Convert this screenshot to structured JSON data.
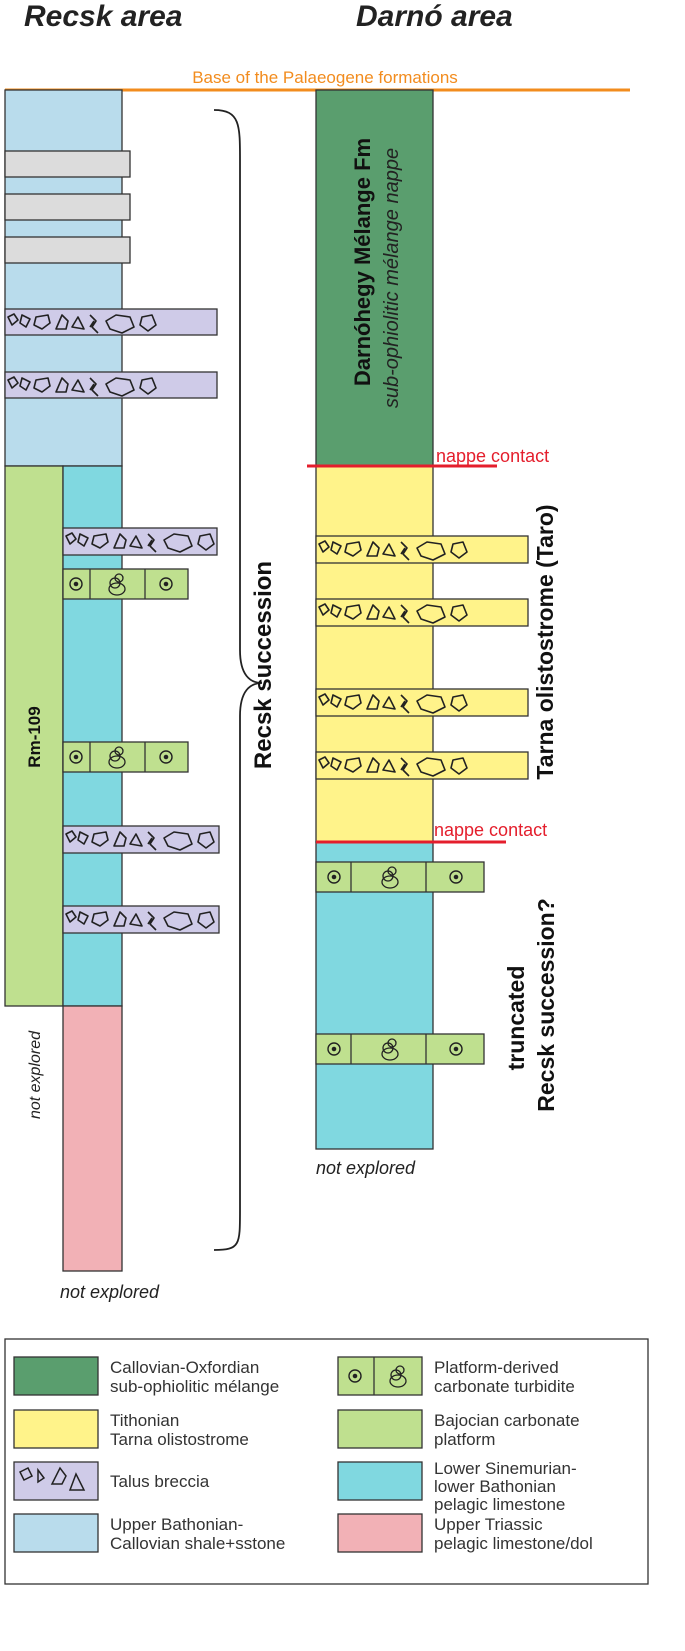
{
  "titles": {
    "left": "Recsk area",
    "right": "Darnó area"
  },
  "base_line_label": "Base of the Palaeogene formations",
  "left_column": {
    "borehole_label": "Rm-109",
    "not_explored_side": "not explored",
    "not_explored_bottom": "not explored"
  },
  "brace_label": "Recsk succession",
  "right_column": {
    "melange_name": "Darnóhegy Mélange Fm",
    "melange_subtitle": "sub-ophiolitic mélange nappe",
    "contact_upper": "nappe contact",
    "contact_lower": "nappe contact",
    "olistostrome_label": "Tarna olistostrome (Taro)",
    "truncated_line1": "truncated",
    "truncated_line2": "Recsk succession?",
    "not_explored": "not explored"
  },
  "legend": [
    {
      "key": "melange",
      "line1": "Callovian-Oxfordian",
      "line2": "sub-ophiolitic mélange",
      "color": "#5a9e6e"
    },
    {
      "key": "turbidite",
      "line1": "Platform-derived",
      "line2": "carbonate turbidite",
      "color": "#bfe08f"
    },
    {
      "key": "olistostrome",
      "line1": "Tithonian",
      "line2": "Tarna olistostrome",
      "color": "#fff38a"
    },
    {
      "key": "platform",
      "line1": "Bajocian carbonate",
      "line2": "platform",
      "color": "#bfe08f"
    },
    {
      "key": "breccia",
      "line1": "Talus breccia",
      "line2": "",
      "color": "#cfcbe8"
    },
    {
      "key": "pelagic",
      "line1": "Lower Sinemurian-",
      "line2": "lower Bathonian",
      "line3": "pelagic limestone",
      "color": "#80d8e0"
    },
    {
      "key": "shale",
      "line1": "Upper Bathonian-",
      "line2": "Callovian shale+sstone",
      "color": "#b9dcec"
    },
    {
      "key": "triassic",
      "line1": "Upper Triassic",
      "line2": "pelagic limestone/dol",
      "color": "#f2b1b6"
    }
  ],
  "colors": {
    "base_line": "#f28c1e",
    "contact_line": "#e41e2c",
    "shale": "#b9dcec",
    "gray_bed": "#dcdcdc",
    "breccia": "#cfcbe8",
    "platform": "#bfe08f",
    "pelagic": "#80d8e0",
    "triassic": "#f2b1b6",
    "melange": "#5a9e6e",
    "olistostrome": "#fff38a"
  }
}
